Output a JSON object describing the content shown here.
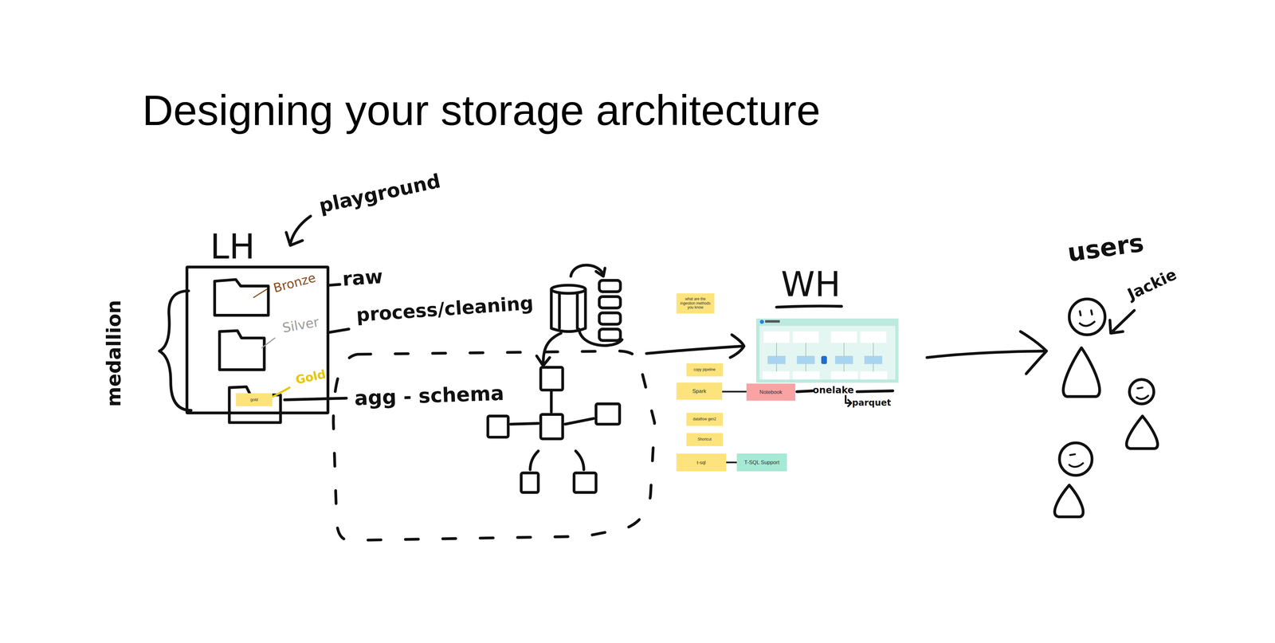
{
  "diagram": {
    "title": "Designing your storage architecture",
    "nodes": [
      {
        "text": [
          "LH"
        ]
      },
      {
        "text": [
          "gold"
        ],
        "in": 0
      },
      {
        "text": [
          "what are the ingestion methods you know"
        ]
      },
      {
        "text": [
          "copy pipeline"
        ]
      },
      {
        "text": [
          "Spark"
        ]
      },
      {
        "text": [
          "Notebook"
        ]
      },
      {
        "text": [
          "dataflow gen2"
        ]
      },
      {
        "text": [
          "Shortcut"
        ]
      },
      {
        "text": [
          "t-sql"
        ]
      },
      {
        "text": [
          "T-SQL Support"
        ]
      },
      {
        "text": [
          "WH"
        ]
      }
    ],
    "edges": [
      {
        "from": 4,
        "to": 5,
        "arrow": "none"
      },
      {
        "from": 8,
        "to": 9,
        "arrow": "none"
      }
    ],
    "labels": [
      "playground",
      "medallion",
      "Bronze",
      "Silver",
      "Gold",
      "raw",
      "process/cleaning",
      "agg - schema",
      "onelake",
      "parquet",
      "users",
      "Jackie"
    ]
  }
}
